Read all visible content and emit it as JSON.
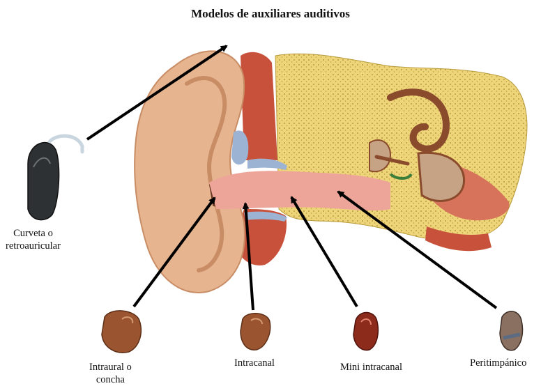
{
  "title": "Modelos de auxiliares auditivos",
  "devices": [
    {
      "id": "bte",
      "label_lines": [
        "Curveta o",
        "retroauricular"
      ]
    },
    {
      "id": "ite",
      "label_lines": [
        "Intraural o",
        "concha"
      ]
    },
    {
      "id": "itc",
      "label_lines": [
        "Intracanal"
      ]
    },
    {
      "id": "mini",
      "label_lines": [
        "Mini intracanal"
      ]
    },
    {
      "id": "cic",
      "label_lines": [
        "Peritimpánico"
      ]
    }
  ],
  "colors": {
    "skin": "#e6b48f",
    "skin_shadow": "#c98d66",
    "canal": "#eda59a",
    "bone": "#efd57a",
    "bone_dots": "#b89a3c",
    "muscle": "#c8513c",
    "cartilage": "#9db3d3",
    "ossicle": "#8a4a2c",
    "device_skin": "#9a5530",
    "device_dark": "#2e3134",
    "arrow": "#000000"
  }
}
